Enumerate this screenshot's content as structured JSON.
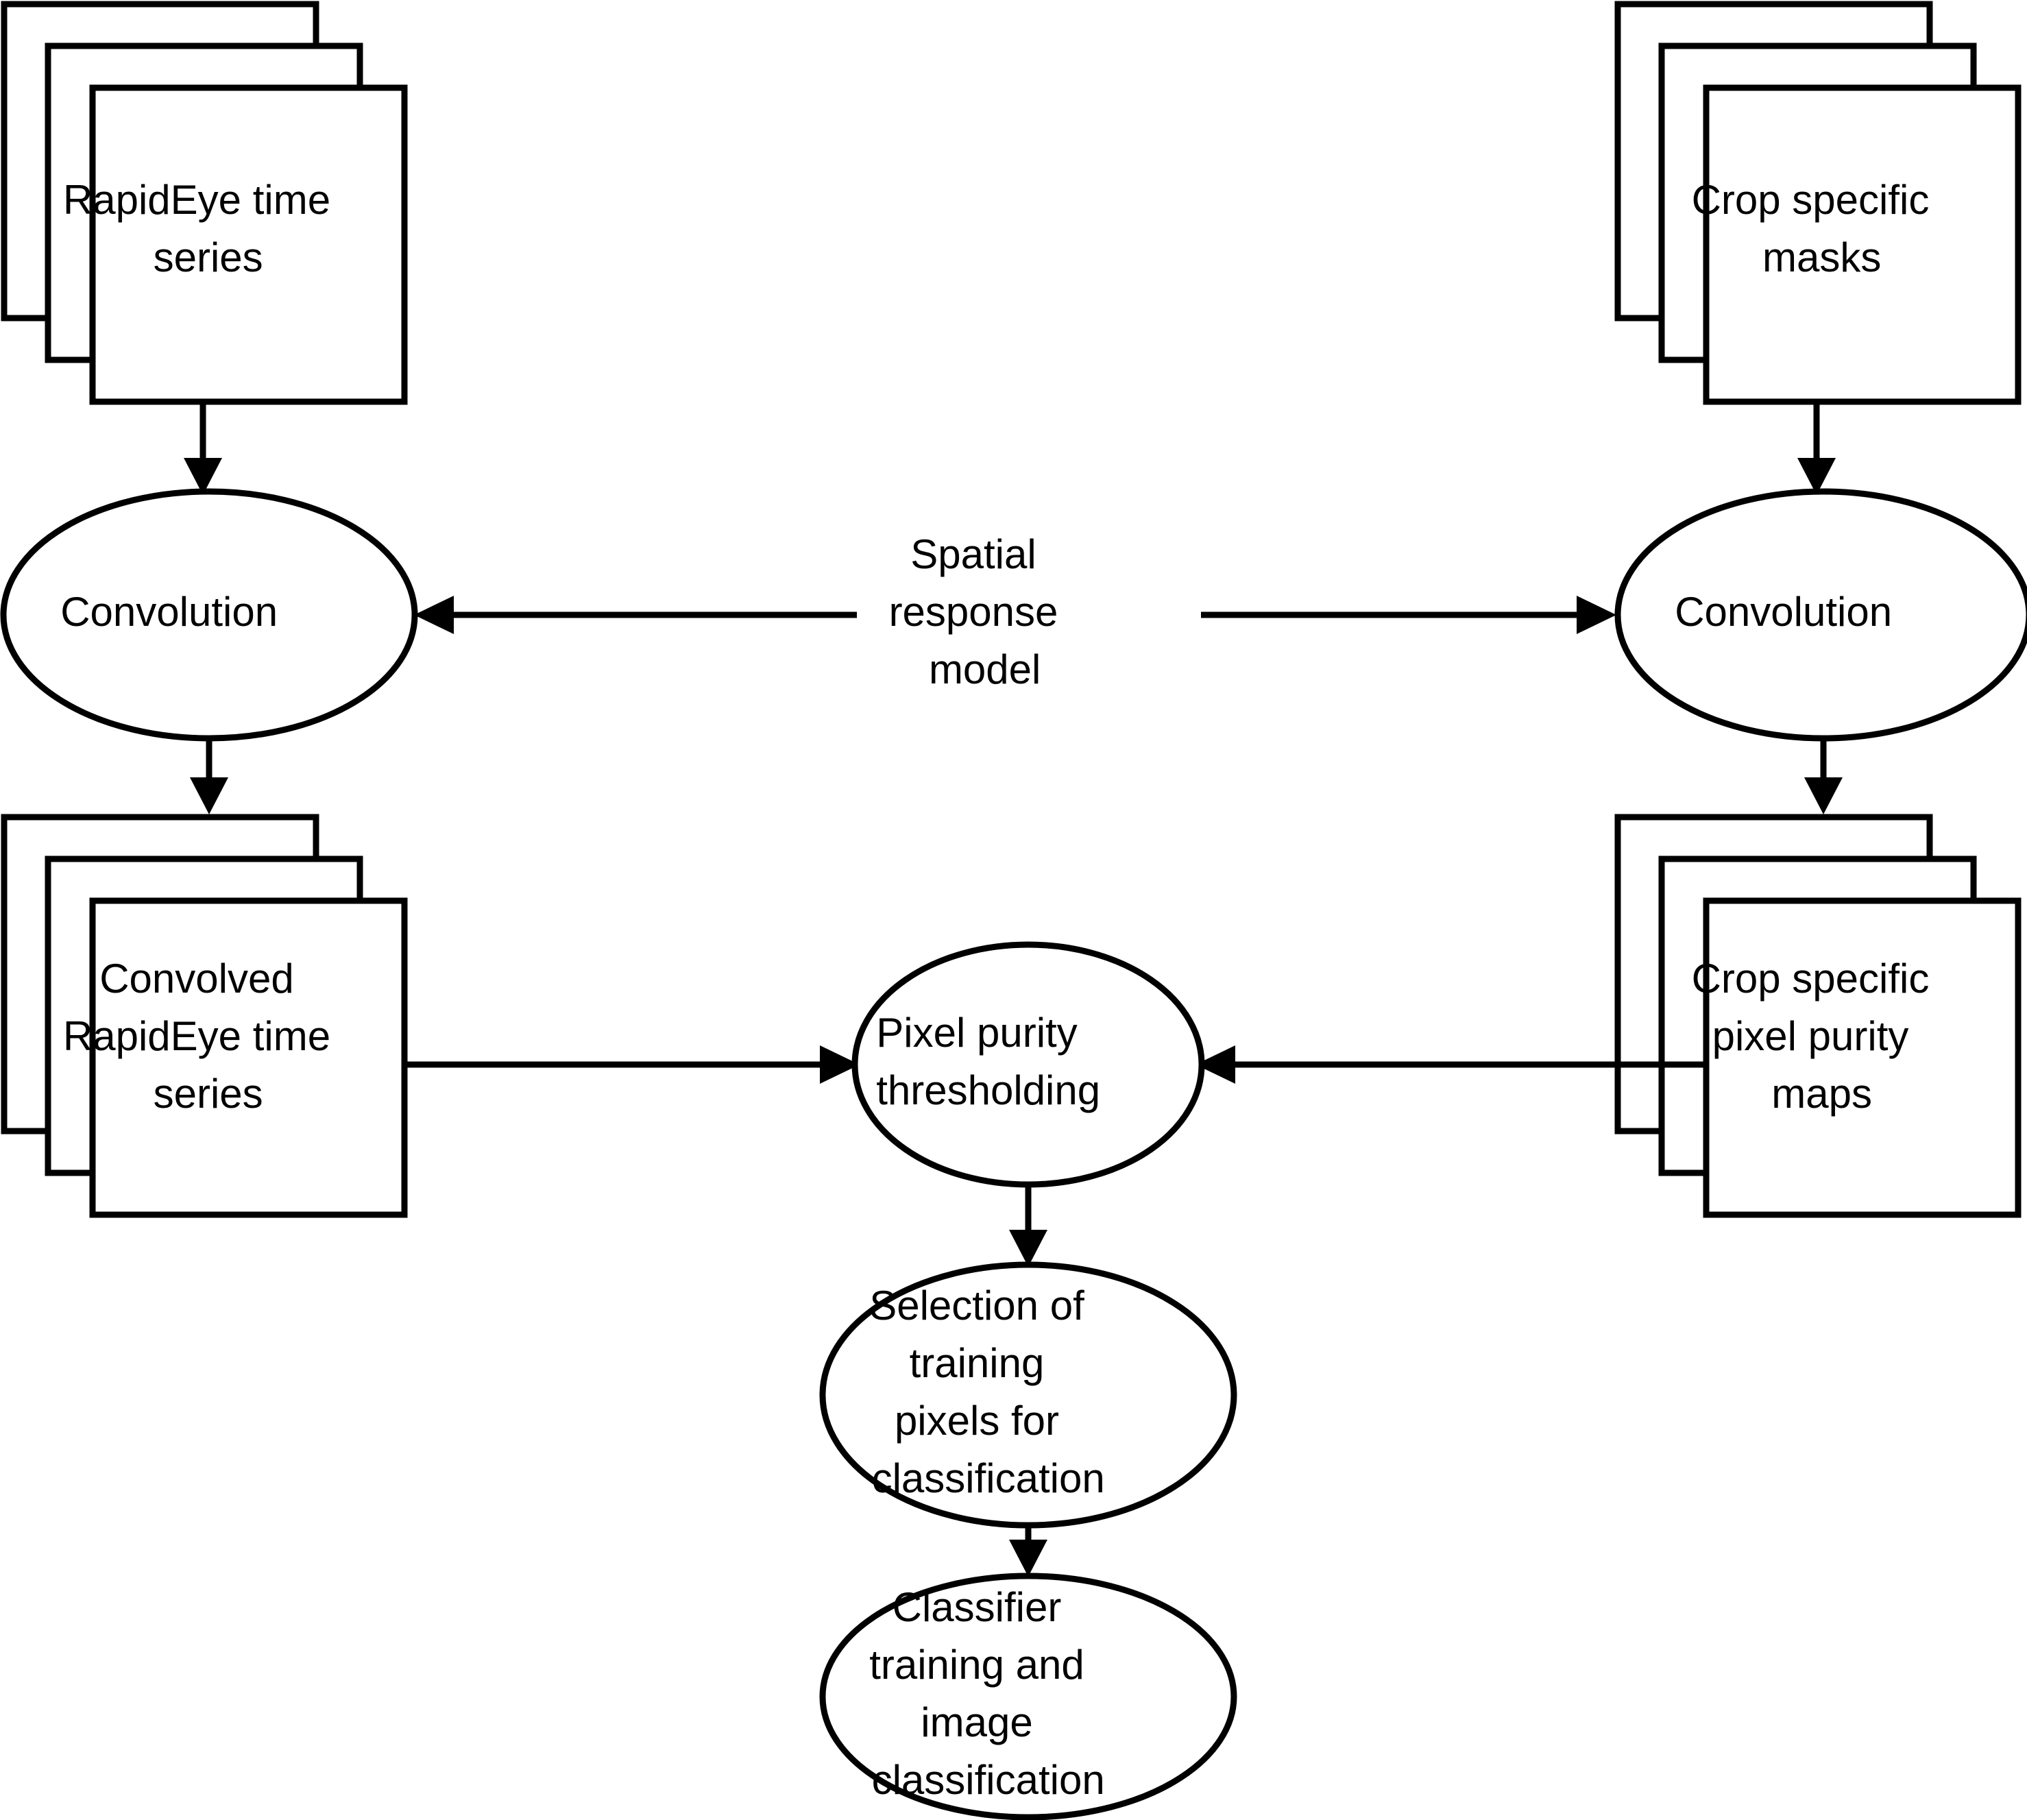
{
  "diagram": {
    "title": "Crop classification workflow with spatial response model",
    "type": "flowchart",
    "background_color": "#ffffff",
    "stroke_color": "#000000",
    "text_color": "#000000",
    "nodes": {
      "rapideye_time_series": {
        "shape": "stacked-rectangle",
        "stack_count": 3,
        "lines": [
          "RapidEye time",
          "series"
        ]
      },
      "crop_specific_masks": {
        "shape": "stacked-rectangle",
        "stack_count": 3,
        "lines": [
          "Crop specific",
          "masks"
        ]
      },
      "convolution_left": {
        "shape": "ellipse",
        "lines": [
          "Convolution"
        ]
      },
      "convolution_right": {
        "shape": "ellipse",
        "lines": [
          "Convolution"
        ]
      },
      "spatial_response_model": {
        "shape": "text-only",
        "lines": [
          "Spatial",
          "response",
          "model"
        ]
      },
      "convolved_rapideye_time_series": {
        "shape": "stacked-rectangle",
        "stack_count": 3,
        "lines": [
          "Convolved",
          "RapidEye time",
          "series"
        ]
      },
      "crop_specific_pixel_purity_maps": {
        "shape": "stacked-rectangle",
        "stack_count": 3,
        "lines": [
          "Crop specific",
          "pixel purity",
          "maps"
        ]
      },
      "pixel_purity_thresholding": {
        "shape": "ellipse",
        "lines": [
          "Pixel purity",
          "thresholding"
        ]
      },
      "selection_of_training_pixels": {
        "shape": "ellipse",
        "lines": [
          "Selection of",
          "training",
          "pixels for",
          "classification"
        ]
      },
      "classifier_training_and_image_classification": {
        "shape": "ellipse",
        "lines": [
          "Classifier",
          "training and",
          "image",
          "classification"
        ]
      }
    },
    "edges": [
      {
        "from": "rapideye_time_series",
        "to": "convolution_left",
        "direction": "down"
      },
      {
        "from": "crop_specific_masks",
        "to": "convolution_right",
        "direction": "down"
      },
      {
        "from": "spatial_response_model",
        "to": "convolution_left",
        "direction": "left"
      },
      {
        "from": "spatial_response_model",
        "to": "convolution_right",
        "direction": "right"
      },
      {
        "from": "convolution_left",
        "to": "convolved_rapideye_time_series",
        "direction": "down"
      },
      {
        "from": "convolution_right",
        "to": "crop_specific_pixel_purity_maps",
        "direction": "down"
      },
      {
        "from": "convolved_rapideye_time_series",
        "to": "pixel_purity_thresholding",
        "direction": "right"
      },
      {
        "from": "crop_specific_pixel_purity_maps",
        "to": "pixel_purity_thresholding",
        "direction": "left"
      },
      {
        "from": "pixel_purity_thresholding",
        "to": "selection_of_training_pixels",
        "direction": "down"
      },
      {
        "from": "selection_of_training_pixels",
        "to": "classifier_training_and_image_classification",
        "direction": "down"
      }
    ]
  }
}
